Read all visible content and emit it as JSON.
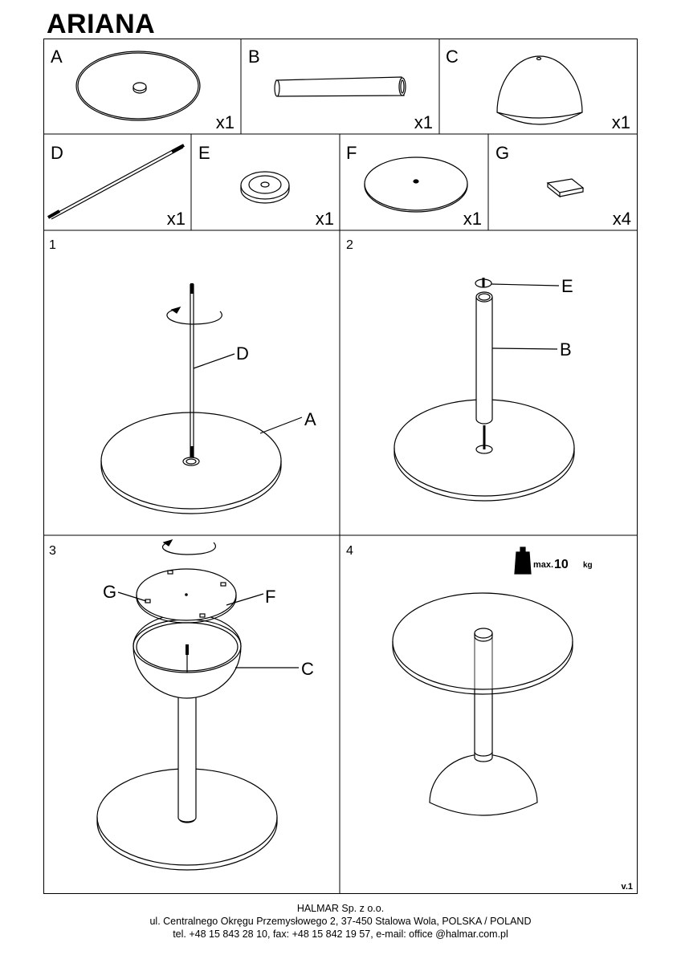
{
  "title": "ARIANA",
  "parts": [
    {
      "letter": "A",
      "qty": "x1"
    },
    {
      "letter": "B",
      "qty": "x1"
    },
    {
      "letter": "C",
      "qty": "x1"
    },
    {
      "letter": "D",
      "qty": "x1"
    },
    {
      "letter": "E",
      "qty": "x1"
    },
    {
      "letter": "F",
      "qty": "x1"
    },
    {
      "letter": "G",
      "qty": "x4"
    }
  ],
  "steps": [
    {
      "number": "1",
      "callouts": [
        "D",
        "A"
      ]
    },
    {
      "number": "2",
      "callouts": [
        "E",
        "B"
      ]
    },
    {
      "number": "3",
      "callouts": [
        "G",
        "F",
        "C"
      ]
    },
    {
      "number": "4",
      "callouts": []
    }
  ],
  "max_load": {
    "prefix": "max.",
    "value": "10",
    "unit": "kg"
  },
  "version": "v.1",
  "footer": {
    "company": "HALMAR Sp. z o.o.",
    "address": "ul. Centralnego Okręgu Przemysłowego 2, 37-450 Stalowa Wola, POLSKA / POLAND",
    "contact": "tel. +48 15 843 28 10, fax: +48 15 842 19 57, e-mail: office @halmar.com.pl"
  }
}
